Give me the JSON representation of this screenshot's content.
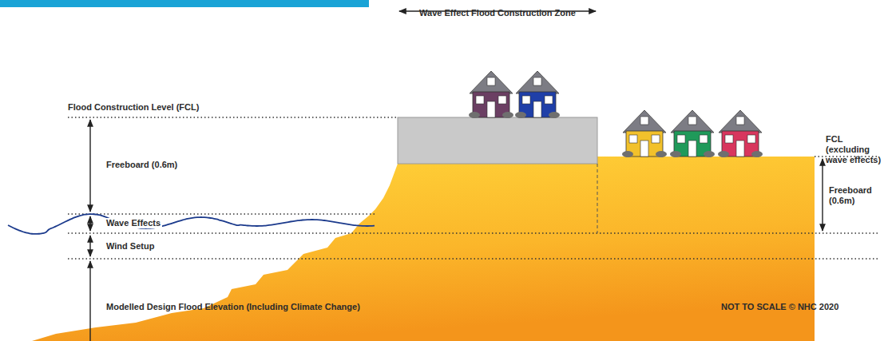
{
  "diagram": {
    "labels": [
      "Wave Effect Flood Construction Zone",
      "Flood Construction Level (FCL)",
      "Freeboard (0.6m)",
      "Wave Effects",
      "Wind Setup",
      "Modelled Design Flood Elevation (Including Climate Change)",
      "FCL (excluding wave effects)",
      "Freeboard (0.6m)",
      "NOT TO SCALE © NHC 2020"
    ]
  }
}
